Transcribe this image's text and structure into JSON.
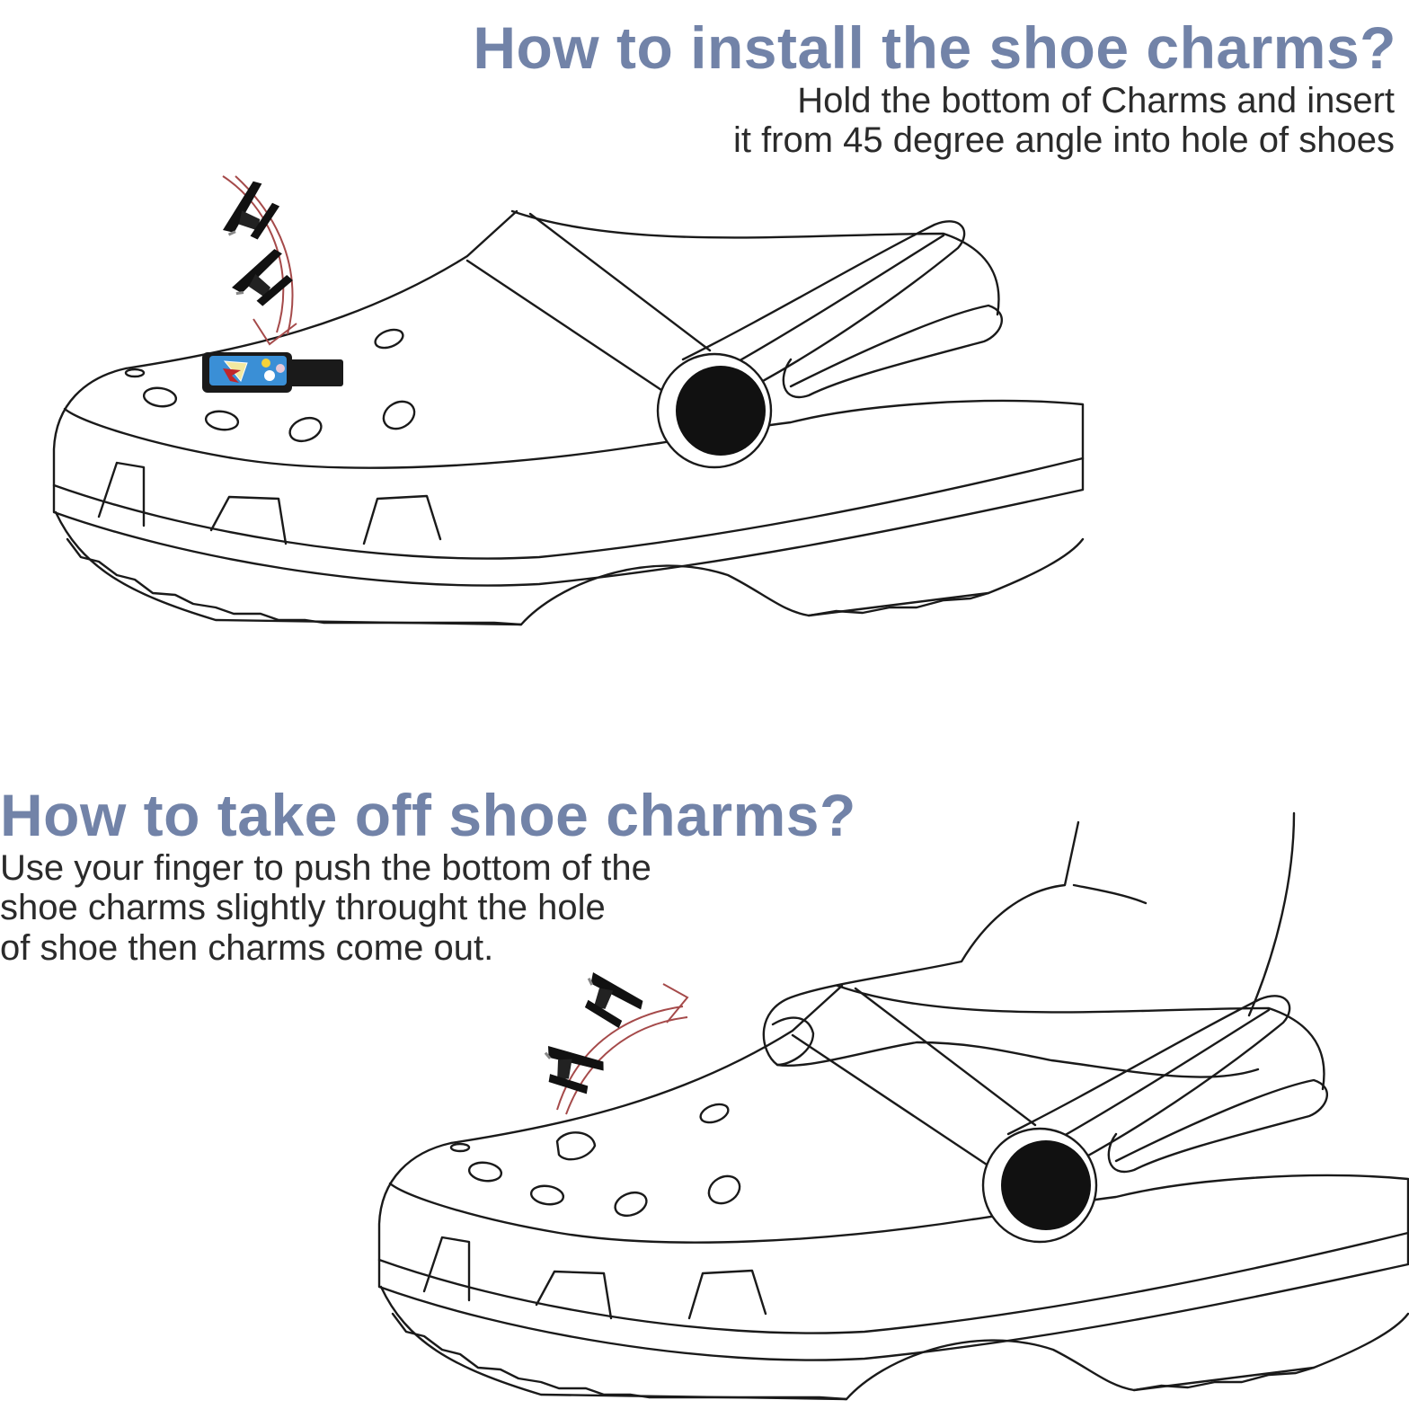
{
  "colors": {
    "accent": "#7283a8",
    "arrow": "#a54a4a",
    "charm_blue": "#3a8fd6"
  },
  "install": {
    "title": "How to install the shoe charms?",
    "lines": [
      "Hold the bottom of Charms and insert",
      "it from 45 degree angle into hole of shoes"
    ]
  },
  "remove": {
    "title": "How to take off shoe charms?",
    "lines": [
      "Use your finger to push the bottom of the",
      "shoe charms slightly throught the hole",
      "of shoe then charms come out."
    ]
  }
}
